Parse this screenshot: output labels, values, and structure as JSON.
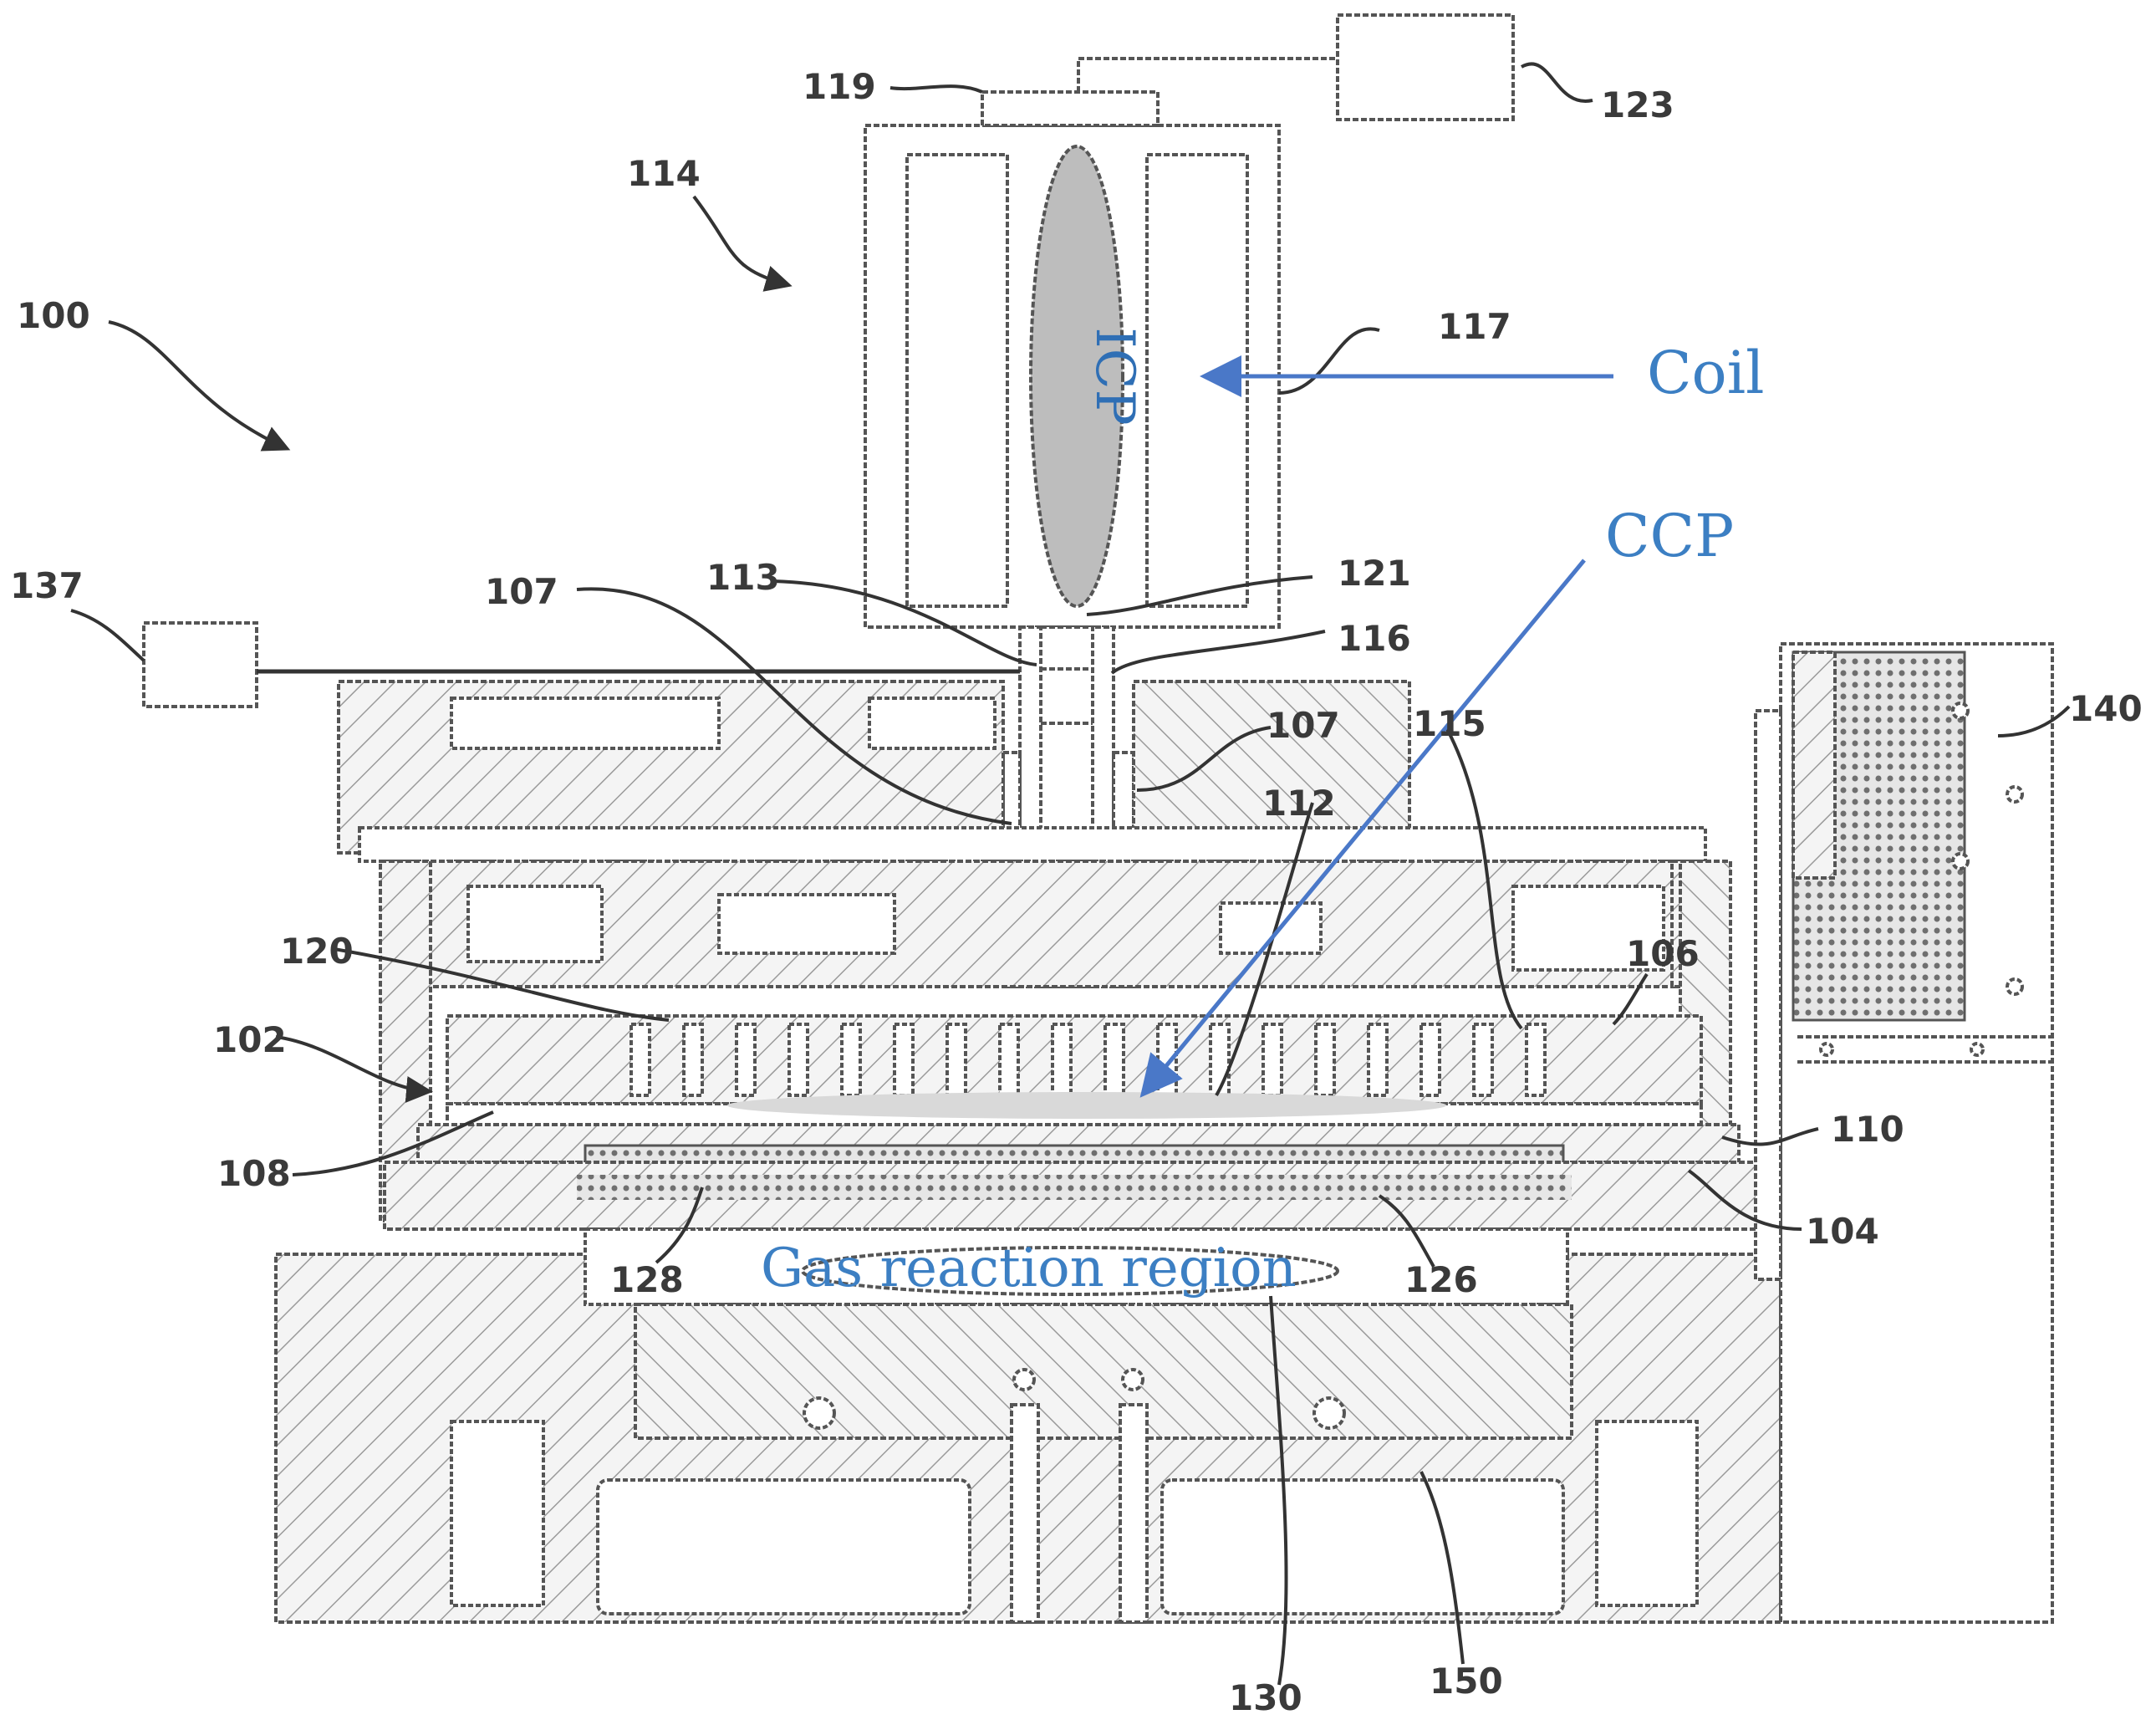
{
  "reference_numerals": {
    "n100": "100",
    "n102": "102",
    "n104": "104",
    "n106": "106",
    "n107a": "107",
    "n107b": "107",
    "n108": "108",
    "n110": "110",
    "n112": "112",
    "n113": "113",
    "n114": "114",
    "n115": "115",
    "n116": "116",
    "n117": "117",
    "n119": "119",
    "n120": "120",
    "n121": "121",
    "n123": "123",
    "n126": "126",
    "n128": "128",
    "n130": "130",
    "n137": "137",
    "n140": "140",
    "n150": "150"
  },
  "annotations": {
    "coil": "Coil",
    "ccp": "CCP",
    "icp": "ICP",
    "gas_region": "Gas reaction region"
  },
  "colors": {
    "annotation_blue": "#3c7fc3",
    "arrow_blue": "#4a78c8",
    "line_gray": "#555555",
    "plasma_fill": "#bdbdbd"
  }
}
